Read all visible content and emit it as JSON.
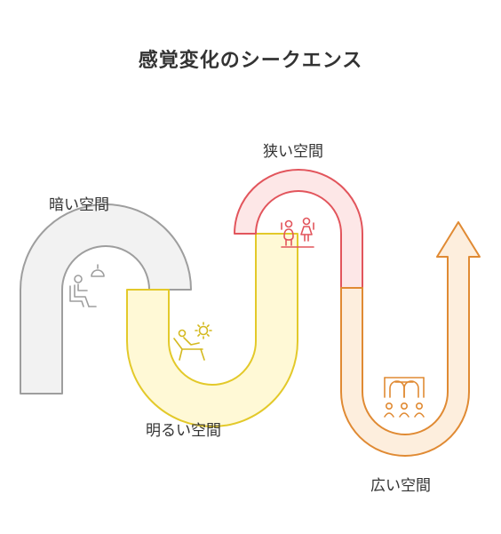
{
  "title": "感覚変化のシークエンス",
  "stages": [
    {
      "label": "暗い空間",
      "icon": "person-sitting-under-lamp-icon",
      "fill": "#f2f2f2",
      "stroke": "#9e9e9e"
    },
    {
      "label": "明るい空間",
      "icon": "person-relaxing-in-sun-icon",
      "fill": "#fff9d6",
      "stroke": "#e3c92a"
    },
    {
      "label": "狭い空間",
      "icon": "two-people-close-icon",
      "fill": "#fde7e7",
      "stroke": "#e2555c"
    },
    {
      "label": "広い空間",
      "icon": "group-in-hall-icon",
      "fill": "#fdeedd",
      "stroke": "#e08a33"
    }
  ]
}
